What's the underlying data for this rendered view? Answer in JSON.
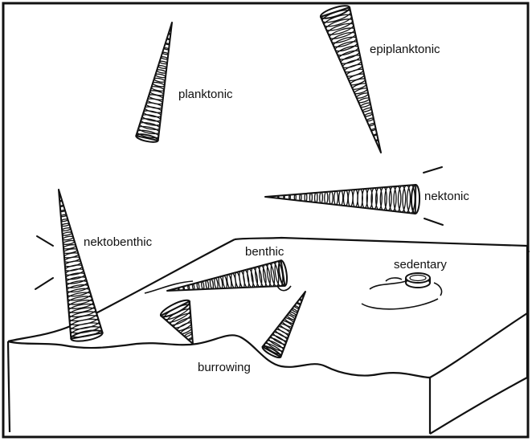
{
  "labels": {
    "planktonic": "planktonic",
    "epiplanktonic": "epiplanktonic",
    "nektonic": "nektonic",
    "nektobenthic": "nektobenthic",
    "benthic": "benthic",
    "sedentary": "sedentary",
    "burrowing": "burrowing"
  },
  "colors": {
    "ink": "#111111",
    "paper": "#ffffff"
  }
}
